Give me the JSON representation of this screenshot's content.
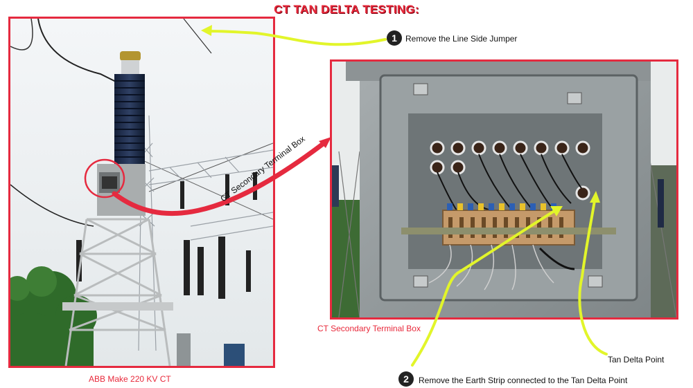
{
  "title": "CT TAN DELTA TESTING:",
  "left_photo": {
    "caption": "ABB Make 220 KV CT",
    "callout_label": "CT Secondary Terminal Box"
  },
  "right_photo": {
    "caption": "CT Secondary Terminal Box"
  },
  "steps": [
    {
      "number": "1",
      "text": "Remove the Line Side Jumper"
    },
    {
      "number": "2",
      "text": "Remove the Earth Strip connected to the Tan Delta Point"
    }
  ],
  "labels": {
    "tan_delta_point": "Tan Delta Point"
  },
  "colors": {
    "frame_red": "#e52a3f",
    "arrow_yellow": "#e2f52a",
    "title_red": "#e8283a"
  }
}
